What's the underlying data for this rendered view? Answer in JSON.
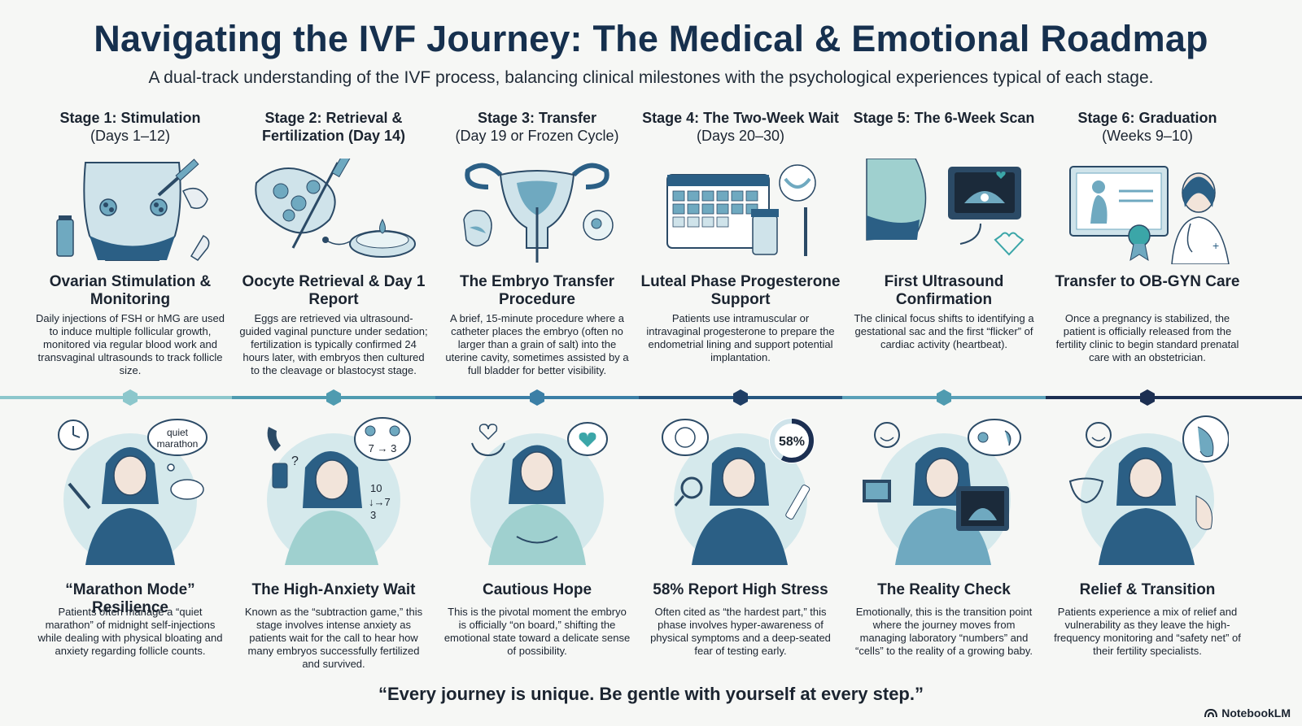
{
  "header": {
    "title": "Navigating the IVF Journey: The Medical & Emotional Roadmap",
    "subtitle": "A dual-track understanding of the IVF process, balancing clinical milestones with the psychological experiences typical of each stage."
  },
  "stages": [
    {
      "name": "Stage 1: Stimulation",
      "timing": "(Days 1–12)",
      "clinical_title": "Ovarian Stimulation & Monitoring",
      "clinical_desc": "Daily injections of FSH or hMG are used to induce multiple follicular growth, monitored via regular blood work and transvaginal ultrasounds to track follicle size.",
      "emotional_title": "“Marathon Mode” Resilience",
      "emotional_desc": "Patients often manage a “quiet marathon” of midnight self-injections while dealing with physical bloating and anxiety regarding follicle counts.",
      "bubble_text": "quiet marathon"
    },
    {
      "name": "Stage 2: Retrieval & Fertilization (Day 14)",
      "timing": "",
      "clinical_title": "Oocyte Retrieval & Day 1 Report",
      "clinical_desc": "Eggs are retrieved via ultrasound-guided vaginal puncture under sedation; fertilization is typically confirmed 24 hours later, with embryos then cultured to the cleavage or blastocyst stage.",
      "emotional_title": "The High-Anxiety Wait",
      "emotional_desc": "Known as the “subtraction game,” this stage involves intense anxiety as patients wait for the call to hear how many embryos successfully fertilized and survived.",
      "numbers": [
        "7 → 3",
        "10",
        "↓→7",
        "3"
      ]
    },
    {
      "name": "Stage 3: Transfer",
      "timing": "(Day 19 or Frozen Cycle)",
      "clinical_title": "The Embryo Transfer Procedure",
      "clinical_desc": "A brief, 15-minute procedure where a catheter places the embryo (often no larger than a grain of salt) into the uterine cavity, sometimes assisted by a full bladder for better visibility.",
      "emotional_title": "Cautious Hope",
      "emotional_desc": "This is the pivotal moment the embryo is officially “on board,” shifting the emotional state toward a delicate sense of possibility."
    },
    {
      "name": "Stage 4: The Two-Week Wait",
      "timing": "(Days 20–30)",
      "clinical_title": "Luteal Phase Progesterone Support",
      "clinical_desc": "Patients use intramuscular or intravaginal progesterone to prepare the endometrial lining and support potential implantation.",
      "emotional_title": "58% Report High Stress",
      "emotional_desc": "Often cited as “the hardest part,” this phase involves hyper-awareness of physical symptoms and a deep-seated fear of testing early.",
      "stat_label": "58%",
      "stat_fraction": 0.58
    },
    {
      "name": "Stage 5: The 6-Week Scan",
      "timing": "",
      "clinical_title": "First Ultrasound Confirmation",
      "clinical_desc": "The clinical focus shifts to identifying a gestational sac and the first “flicker” of cardiac activity (heartbeat).",
      "emotional_title": "The Reality Check",
      "emotional_desc": "Emotionally, this is the transition point where the journey moves from managing laboratory “numbers” and “cells” to the reality of a growing baby."
    },
    {
      "name": "Stage 6: Graduation",
      "timing": "(Weeks 9–10)",
      "clinical_title": "Transfer to OB-GYN Care",
      "clinical_desc": "Once a pregnancy is stabilized, the patient is officially released from the fertility clinic to begin standard prenatal care with an obstetrician.",
      "emotional_title": "Relief & Transition",
      "emotional_desc": "Patients experience a mix of relief and vulnerability as they leave the high-frequency monitoring and “safety net” of their fertility specialists."
    }
  ],
  "footer": {
    "quote": "“Every journey is unique. Be gentle with yourself at every step.”",
    "brand": "NotebookLM"
  },
  "colors": {
    "title": "#16304e",
    "timeline": [
      "#7fc3c9",
      "#4f9bb0",
      "#3a7fa3",
      "#26567f",
      "#4f9bb0",
      "#1c2f52"
    ],
    "accent_light": "#cfe6ea",
    "accent_mid": "#6fa9c0",
    "accent_dark": "#2b5f85"
  }
}
